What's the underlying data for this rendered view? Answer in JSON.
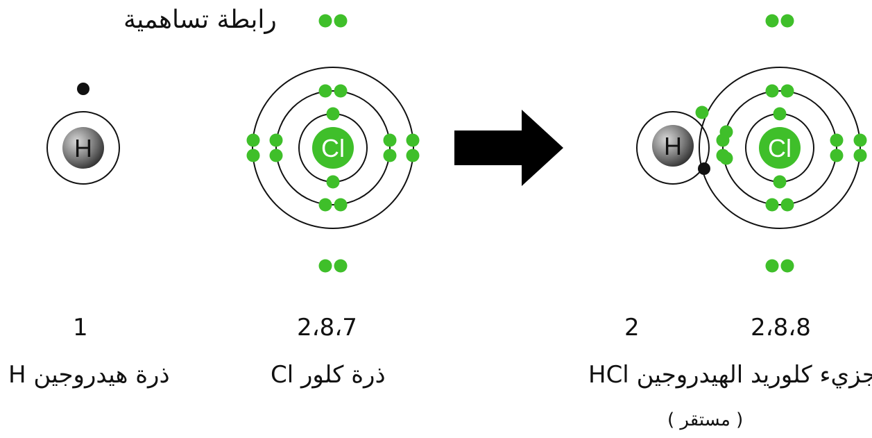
{
  "bond_label": "رابطة تساهمية",
  "atoms": {
    "hydrogen": {
      "symbol": "H",
      "config": "1",
      "name": "ذرة هيدروجين H"
    },
    "chlorine": {
      "symbol": "Cl",
      "config": "2،8،7",
      "name": "ذرة كلور Cl"
    }
  },
  "molecule": {
    "h_symbol": "H",
    "cl_symbol": "Cl",
    "h_config": "2",
    "cl_config": "2،8،8",
    "name": "جزيء كلوريد الهيدروجين HCl",
    "note": "( مستقر )"
  },
  "colors": {
    "electron_cl": "#3fbf2a",
    "electron_h": "#111111",
    "nucleus_cl": "#3fbf2a",
    "nucleus_h": "#6a6a6a",
    "orbit": "#111111",
    "arrow": "#000000"
  }
}
